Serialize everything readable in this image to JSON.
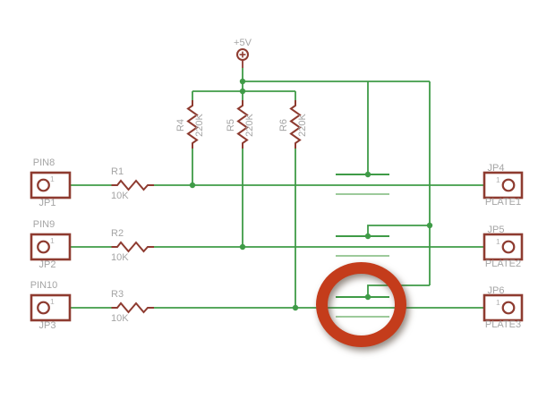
{
  "title": "capacitive plate sensor schematic",
  "colors": {
    "wire": "#3f9b47",
    "wire_light": "#8fc28d",
    "component": "#8e3b30",
    "label_gray": "#a5a5a5",
    "annotation_ring": "#c43c1b"
  },
  "power": {
    "label": "+5V"
  },
  "resistors": {
    "r1": {
      "name": "R1",
      "value": "10K"
    },
    "r2": {
      "name": "R2",
      "value": "10K"
    },
    "r3": {
      "name": "R3",
      "value": "10K"
    },
    "r4": {
      "name": "R4",
      "value": "220K"
    },
    "r5": {
      "name": "R5",
      "value": "220K"
    },
    "r6": {
      "name": "R6",
      "value": "220K"
    }
  },
  "connectors": {
    "jp1": {
      "pin_label": "PIN8",
      "ref": "JP1",
      "pin_number": "1"
    },
    "jp2": {
      "pin_label": "PIN9",
      "ref": "JP2",
      "pin_number": "1"
    },
    "jp3": {
      "pin_label": "PIN10",
      "ref": "JP3",
      "pin_number": "1"
    },
    "jp4": {
      "ref": "JP4",
      "net_label": "PLATE1",
      "pin_number": "1"
    },
    "jp5": {
      "ref": "JP5",
      "net_label": "PLATE2",
      "pin_number": "1"
    },
    "jp6": {
      "ref": "JP6",
      "net_label": "PLATE3",
      "pin_number": "1"
    }
  }
}
